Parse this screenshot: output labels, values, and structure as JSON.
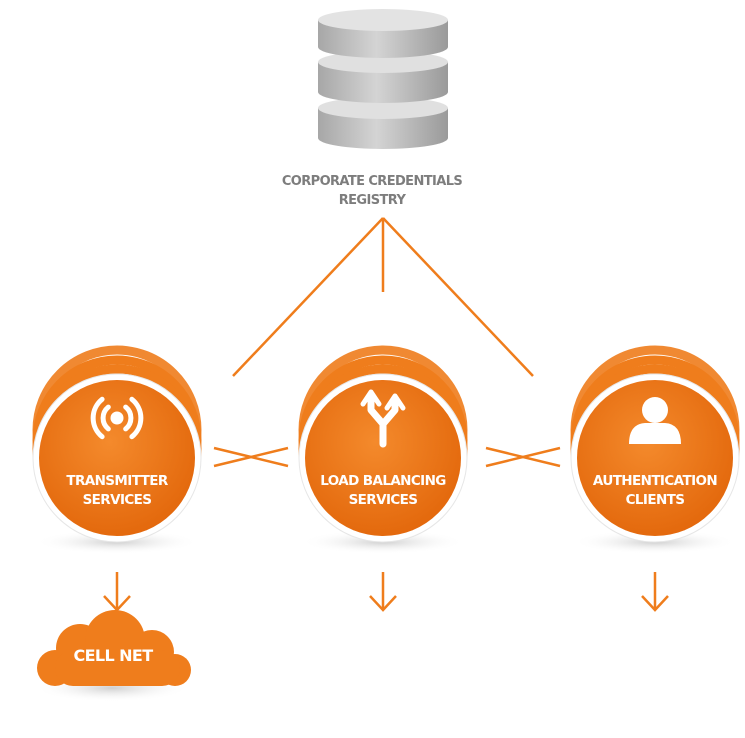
{
  "registry": {
    "label_line1": "CORPORATE CREDENTIALS",
    "label_line2": "REGISTRY",
    "icon": "database-icon"
  },
  "nodes": [
    {
      "id": "transmitter",
      "label_line1": "TRANSMITTER",
      "label_line2": "SERVICES",
      "icon": "broadcast-icon"
    },
    {
      "id": "load-balancing",
      "label_line1": "LOAD BALANCING",
      "label_line2": "SERVICES",
      "icon": "split-arrow-icon"
    },
    {
      "id": "authentication",
      "label_line1": "AUTHENTICATION",
      "label_line2": "CLIENTS",
      "icon": "user-icon"
    }
  ],
  "cloud": {
    "label": "CELL NET",
    "icon": "cloud-icon"
  },
  "colors": {
    "accent": "#ef7d1c",
    "accent_dark": "#e06a0c",
    "registry_gray": "#b9b9b9",
    "label_gray": "#7d7d7d"
  }
}
